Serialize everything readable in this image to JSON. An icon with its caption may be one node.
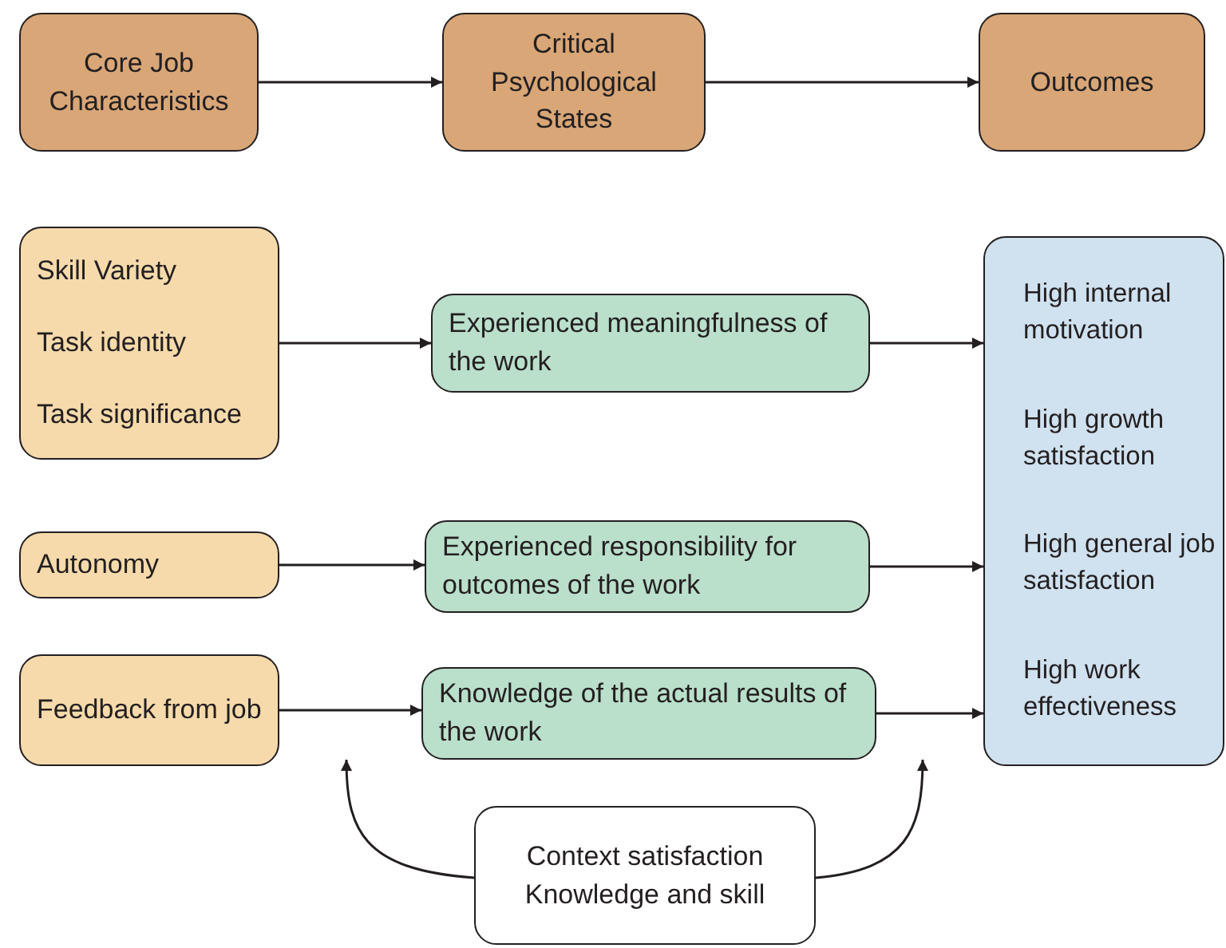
{
  "diagram": {
    "nodes": [
      {
        "text": [
          "Core Job Characteristics"
        ]
      },
      {
        "text": [
          "Critical Psychological States"
        ]
      },
      {
        "text": [
          "Outcomes"
        ]
      },
      {
        "text": [
          "Skill Variety",
          "Task identity",
          "Task significance"
        ]
      },
      {
        "text": [
          "Experienced meaningfulness of the work"
        ]
      },
      {
        "text": [
          "High internal motivation",
          "High growth satisfaction",
          "High general job satisfaction",
          "High work effectiveness"
        ]
      },
      {
        "text": [
          "Autonomy"
        ]
      },
      {
        "text": [
          "Experienced responsibility for outcomes of the work"
        ]
      },
      {
        "text": [
          "Feedback from job"
        ]
      },
      {
        "text": [
          "Knowledge of the actual results of the work"
        ]
      },
      {
        "text": [
          "Context satisfaction",
          "Knowledge and skill"
        ]
      }
    ],
    "edges": [
      {
        "from": 0,
        "to": 1,
        "arrow": "to"
      },
      {
        "from": 1,
        "to": 2,
        "arrow": "to"
      },
      {
        "from": 3,
        "to": 4,
        "arrow": "to"
      },
      {
        "from": 4,
        "to": 5,
        "arrow": "to"
      },
      {
        "from": 6,
        "to": 7,
        "arrow": "to"
      },
      {
        "from": 7,
        "to": 5,
        "arrow": "to"
      },
      {
        "from": 8,
        "to": 9,
        "arrow": "to"
      },
      {
        "from": 9,
        "to": 5,
        "arrow": "to"
      },
      {
        "from": 10,
        "to": null,
        "arrow": "to"
      },
      {
        "from": 10,
        "to": null,
        "arrow": "to"
      }
    ]
  }
}
